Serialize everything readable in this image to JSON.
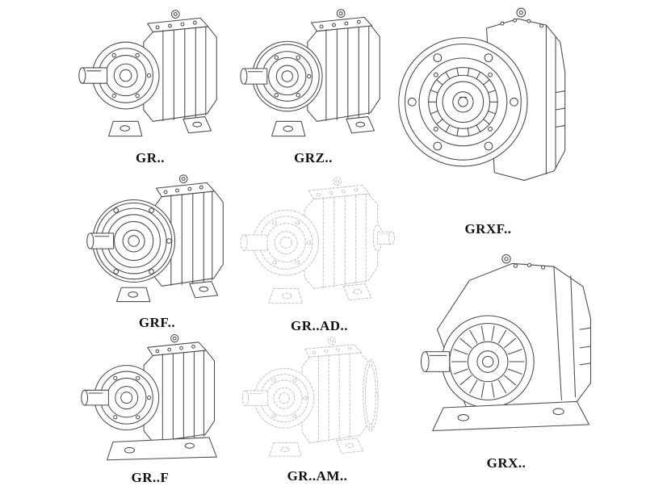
{
  "page": {
    "background": "#ffffff"
  },
  "labels": {
    "gr": "GR..",
    "grz": "GRZ..",
    "grxf": "GRXF..",
    "grf": "GRF..",
    "grad": "GR..AD..",
    "grx": "GRX..",
    "grff": "GR..F",
    "gram": "GR..AM.."
  },
  "colors": {
    "line": "#4a4a4a",
    "faded_line": "#c5c5c5",
    "label_text": "#101010",
    "background": "#ffffff"
  }
}
